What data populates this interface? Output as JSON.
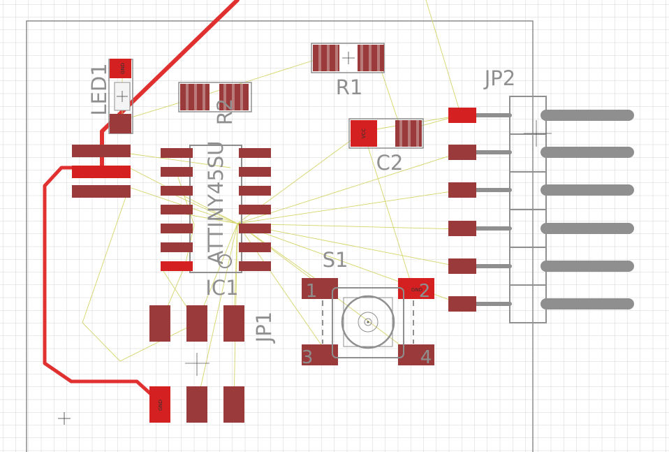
{
  "app": {
    "tool": "PCB board layout editor"
  },
  "colors": {
    "grid": "#d4d4d4",
    "outline": "#8c8c8c",
    "silk": "#8f8f8f",
    "pad_active": "#d42020",
    "pad_inactive": "#9b3a3a",
    "copper_trace": "#e03030",
    "airwire": "#cccc66"
  },
  "components": {
    "led1": "LED1",
    "r1": "R1",
    "r2": "R2",
    "c2": "C2",
    "ic1_name": "IC1",
    "ic1_value": "ATTINY45SU",
    "s1": "S1",
    "jp1": "JP1",
    "jp2": "JP2"
  },
  "pad_labels": {
    "gnd": "GND",
    "vcc": "VCC",
    "s1_pin1": "1",
    "s1_pin2": "2",
    "s1_pin3": "3",
    "s1_pin4": "4"
  },
  "icons": [
    "origin-crosshair-icon",
    "cursor-crosshair-icon"
  ]
}
